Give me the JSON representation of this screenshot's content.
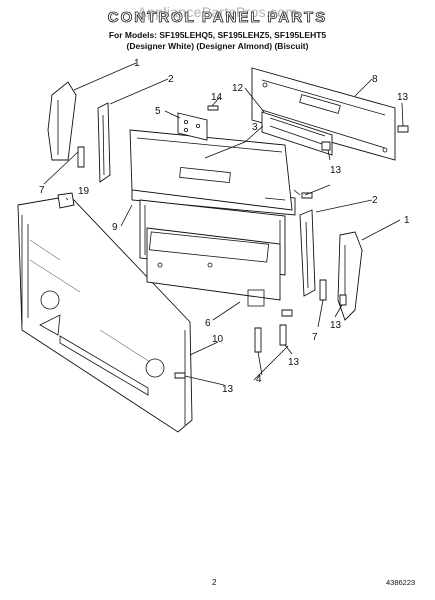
{
  "watermark": "AppliancePartsPros.com",
  "title": "CONTROL PANEL PARTS",
  "models_line1": "For Models: SF195LEHQ5, SF195LEHZ5, SF195LEHT5",
  "models_line2": "(Designer White) (Designer Almond) (Biscuit)",
  "callouts": {
    "c1a": "1",
    "c1b": "1",
    "c2a": "2",
    "c2b": "2",
    "c3": "3",
    "c4": "4",
    "c5": "5",
    "c6": "6",
    "c7a": "7",
    "c7b": "7",
    "c8": "8",
    "c9": "9",
    "c10": "10",
    "c12": "12",
    "c13a": "13",
    "c13b": "13",
    "c13c": "13",
    "c13d": "13",
    "c13e": "13",
    "c14": "14",
    "c19": "19"
  },
  "page_number": "2",
  "doc_code": "4386223"
}
